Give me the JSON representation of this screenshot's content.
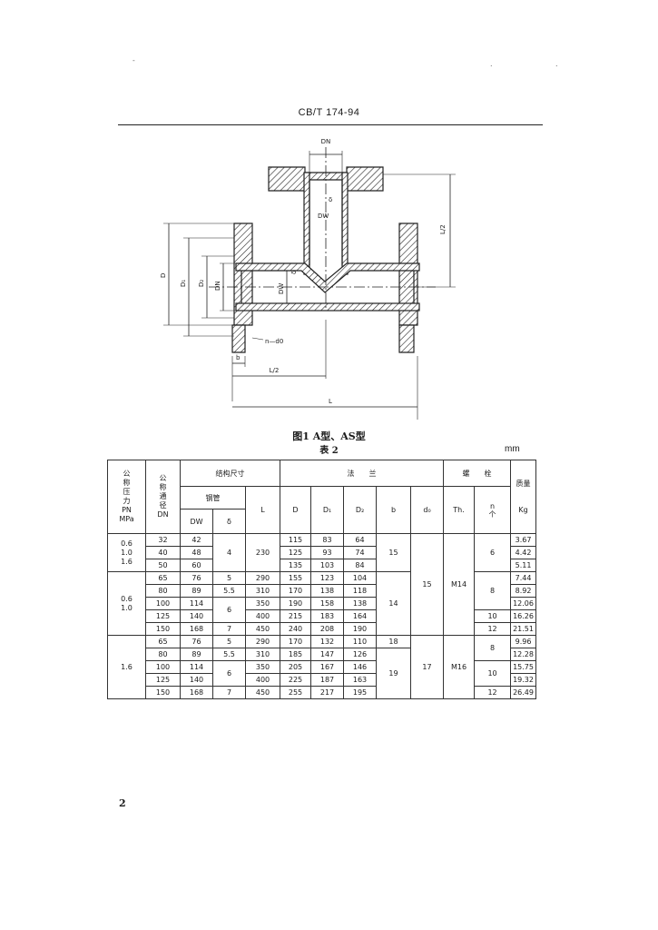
{
  "header": {
    "standard": "CB/T 174-94"
  },
  "figure": {
    "caption": "图1  A型、AS型",
    "labels": {
      "DN": "DN",
      "DW": "DW",
      "delta": "δ",
      "D": "D",
      "D1": "D₁",
      "D2": "D₂",
      "b": "b",
      "bolt": "n—d0",
      "L": "L",
      "L_half": "L/2"
    }
  },
  "table": {
    "title": "表 2",
    "unit": "mm",
    "headers": {
      "pn": [
        "公",
        "称",
        "压",
        "力",
        "PN",
        "MPa"
      ],
      "dn": [
        "公",
        "称",
        "通",
        "径",
        "DN"
      ],
      "structure": "结构尺寸",
      "pipe": "钢管",
      "dw": "DW",
      "delta": "δ",
      "l": "L",
      "flange": "法　　兰",
      "d": "D",
      "d1": "D₁",
      "d2": "D₂",
      "b": "b",
      "d0": "d₀",
      "bolt": "螺　　栓",
      "th": "Th.",
      "n": "n",
      "n_unit": "个",
      "mass": "质量",
      "mass_unit": "Kg"
    },
    "pn_groups": [
      "0.6\n1.0\n1.6",
      "0.6\n1.0",
      "1.6"
    ],
    "rows": [
      {
        "dn": "32",
        "dw": "42",
        "d": "115",
        "d1": "83",
        "d2": "64",
        "mass": "3.67"
      },
      {
        "dn": "40",
        "dw": "48",
        "d": "125",
        "d1": "93",
        "d2": "74",
        "mass": "4.42"
      },
      {
        "dn": "50",
        "dw": "60",
        "d": "135",
        "d1": "103",
        "d2": "84",
        "mass": "5.11"
      },
      {
        "dn": "65",
        "dw": "76",
        "d": "155",
        "d1": "123",
        "d2": "104",
        "mass": "7.44"
      },
      {
        "dn": "80",
        "dw": "89",
        "d": "170",
        "d1": "138",
        "d2": "118",
        "mass": "8.92"
      },
      {
        "dn": "100",
        "dw": "114",
        "d": "190",
        "d1": "158",
        "d2": "138",
        "mass": "12.06"
      },
      {
        "dn": "125",
        "dw": "140",
        "d": "215",
        "d1": "183",
        "d2": "164",
        "mass": "16.26"
      },
      {
        "dn": "150",
        "dw": "168",
        "d": "240",
        "d1": "208",
        "d2": "190",
        "mass": "21.51"
      },
      {
        "dn": "65",
        "dw": "76",
        "d": "170",
        "d1": "132",
        "d2": "110",
        "mass": "9.96"
      },
      {
        "dn": "80",
        "dw": "89",
        "d": "185",
        "d1": "147",
        "d2": "126",
        "mass": "12.28"
      },
      {
        "dn": "100",
        "dw": "114",
        "d": "205",
        "d1": "167",
        "d2": "146",
        "mass": "15.75"
      },
      {
        "dn": "125",
        "dw": "140",
        "d": "225",
        "d1": "187",
        "d2": "163",
        "mass": "19.32"
      },
      {
        "dn": "150",
        "dw": "168",
        "d": "255",
        "d1": "217",
        "d2": "195",
        "mass": "26.49"
      }
    ],
    "merged": {
      "delta_g1": "4",
      "l_g1": "230",
      "delta_65": "5",
      "delta_80": "5.5",
      "delta_100_125": "6",
      "delta_150": "7",
      "l_65": "290",
      "l_80": "310",
      "l_100": "350",
      "l_125": "400",
      "l_150": "450",
      "b_g1": "15",
      "b_g2": "14",
      "b_65_16": "18",
      "b_g3": "19",
      "d0_g12": "15",
      "d0_g3": "17",
      "th_g12": "M14",
      "th_g3": "M16",
      "n_g1": "6",
      "n_g2a": "8",
      "n_g2b": "10",
      "n_g2c": "12",
      "n_g3a": "8",
      "n_g3b": "10",
      "n_g3c": "12"
    }
  },
  "page_number": "2"
}
